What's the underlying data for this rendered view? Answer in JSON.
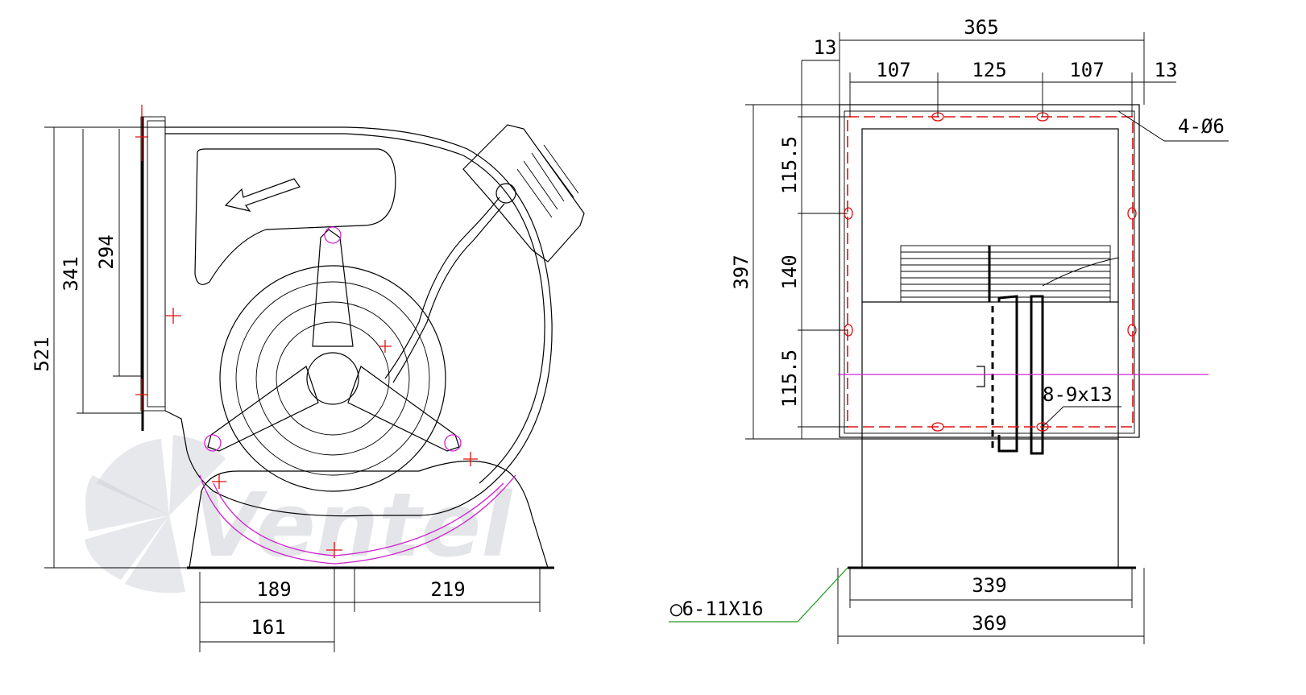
{
  "watermark": {
    "text": "Ventel",
    "color": "#c9cdd2"
  },
  "side_view": {
    "dims": {
      "height_total": "521",
      "flange_outer": "341",
      "flange_inner": "294",
      "base_left": "189",
      "base_right": "219",
      "base_bottom": "161"
    }
  },
  "front_view": {
    "dims": {
      "overall_width": "365",
      "left_margin": "13",
      "right_margin": "13",
      "hole_gap_left": "107",
      "hole_gap_mid": "125",
      "hole_gap_right": "107",
      "height": "397",
      "v_gap_top": "115.5",
      "v_gap_mid": "140",
      "v_gap_bottom": "115.5",
      "base_inner": "339",
      "base_outer": "369"
    },
    "callouts": {
      "corner_holes": "4-Ø6",
      "slots": "8-9x13",
      "base_slots": "◯6-11X16"
    }
  },
  "colors": {
    "centerline_red": "#e01010",
    "centerline_magenta": "#d020d0",
    "leader_green": "#1a9a1a"
  }
}
